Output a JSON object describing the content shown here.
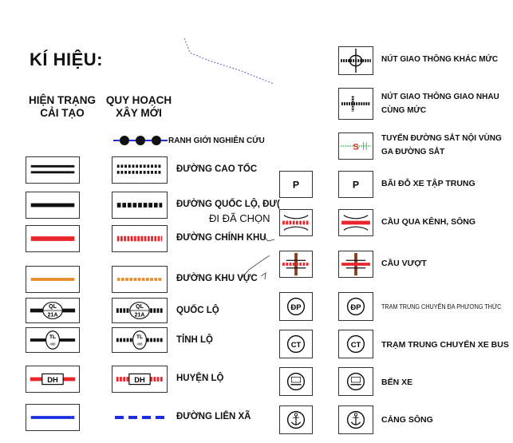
{
  "title": "KÍ HIỆU:",
  "headers": {
    "current_line1": "HIỆN TRẠNG",
    "current_line2": "CẢI TẠO",
    "planned_line1": "QUY HOẠCH",
    "planned_line2": "XÂY MỚI"
  },
  "labels": {
    "boundary": "RANH GIỚI NGHIÊN CỨU",
    "expressway": "ĐƯỜNG CAO TỐC",
    "national_road": "ĐƯỜNG QUỐC LỘ, ĐƯ(",
    "overlay_note": "ĐI ĐÃ CHỌN",
    "main_road": "ĐƯỜNG CHÍNH KHU",
    "area_road": "ĐƯỜNG KHU VỰC",
    "national_highway": "QUỐC LỘ",
    "provincial_road": "TỈNH LỘ",
    "district_road": "HUYỆN LỘ",
    "commune_road": "ĐƯỜNG LIÊN XÃ",
    "interchange": "NÚT GIAO THÔNG KHÁC MỨC",
    "at_grade_1": "NÚT GIAO THÔNG GIAO NHAU",
    "at_grade_2": "CÙNG MỨC",
    "railway_1": "TUYẾN ĐƯỜNG SẮT NỘI VÙNG",
    "railway_2": "GA ĐƯỜNG SẮT",
    "parking": "BÃI ĐỖ XE TẬP TRUNG",
    "canal_bridge": "CẦU QUA KÊNH, SÔNG",
    "overpass": "CẦU VƯỢT",
    "multimodal": "TRẠM TRUNG CHUYỂN ĐA PHƯƠNG THỨC",
    "bus_transfer": "TRẠM TRUNG CHUYỂN XE BUS",
    "bus_station": "BẾN XE",
    "river_port": "CẢNG SÔNG"
  },
  "symbol_text": {
    "ql_top": "QL",
    "ql_bottom": "21A",
    "tl_top": "TL",
    "tl_bottom": "488",
    "dh": "DH",
    "parking": "P",
    "station": "S",
    "multimodal": "ĐP",
    "bus": "CT"
  },
  "colors": {
    "red": "#e8262b",
    "orange": "#e88b2a",
    "blue": "#1a2fe0",
    "green": "#3bb34a",
    "brown": "#8b3a1e",
    "dashed_blue": "#5566cc"
  }
}
